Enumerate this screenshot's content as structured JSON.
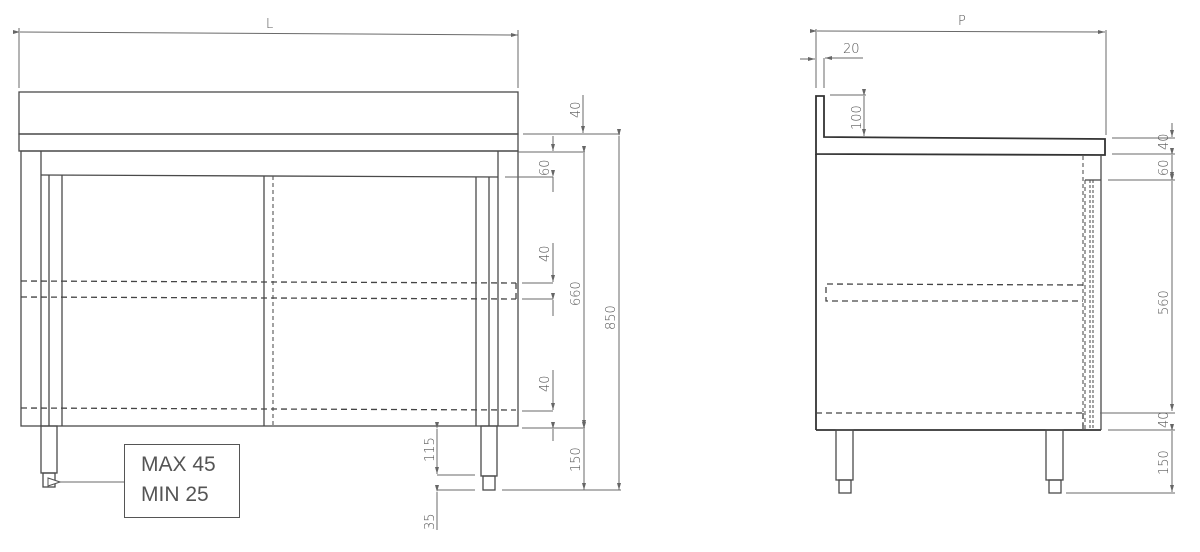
{
  "drawing": {
    "type": "technical-drawing",
    "subject": "Stainless steel cabinet with sliding doors and backsplash",
    "front_view": {
      "width_label": "L",
      "dimensions": {
        "backsplash_gap": "40",
        "top_frame": "60",
        "shelf_upper": "40",
        "inner_height": "660",
        "total_height": "850",
        "shelf_lower": "40",
        "leg_height": "150",
        "leg_body": "115",
        "foot_adjust": "35"
      },
      "note": {
        "line1": "MAX 45",
        "line2": "MIN 25"
      }
    },
    "side_view": {
      "depth_label": "P",
      "dimensions": {
        "backsplash_thickness": "20",
        "backsplash_height": "100",
        "top_thickness": "40",
        "top_frame": "60",
        "inner_height": "560",
        "bottom_shelf": "40",
        "leg_height": "150"
      }
    }
  },
  "colors": {
    "line": "#4a4a4a",
    "dimension": "#6a6a6a",
    "background": "#ffffff"
  }
}
